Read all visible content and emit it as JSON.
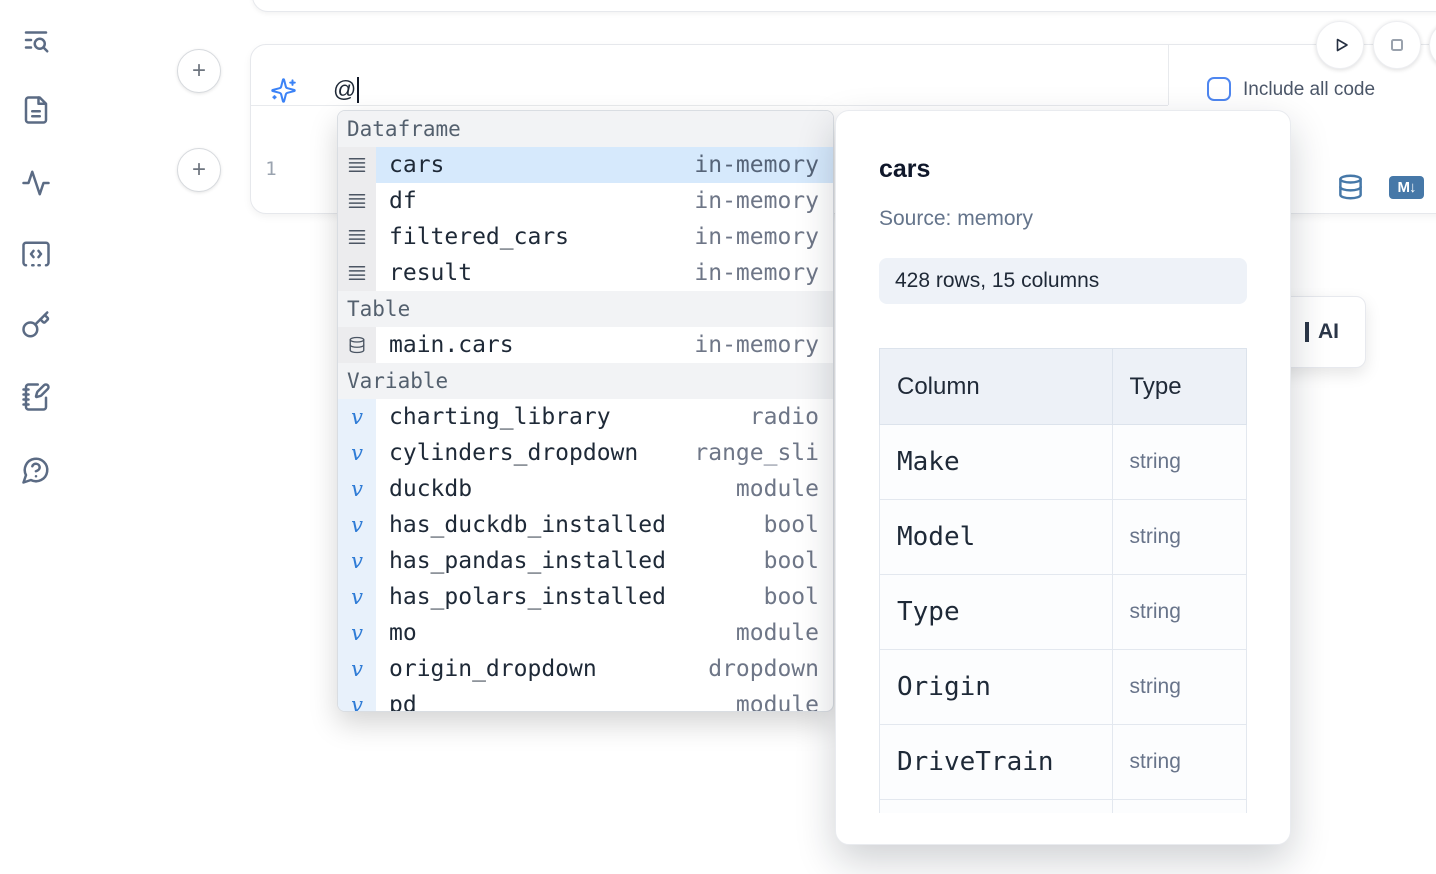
{
  "colors": {
    "accent_blue": "#3b82f6",
    "steel_blue": "#4678a8",
    "selection_bg": "#d6e9fc",
    "sidebar_icon": "#5b6b84",
    "checkbox_border": "#4e86f0"
  },
  "sidebar": {
    "items": [
      {
        "icon": "list-search-icon"
      },
      {
        "icon": "file-text-icon"
      },
      {
        "icon": "activity-icon"
      },
      {
        "icon": "snippets-code-icon"
      },
      {
        "icon": "key-icon"
      },
      {
        "icon": "notebook-pen-icon"
      },
      {
        "icon": "help-bubble-icon"
      }
    ]
  },
  "cell": {
    "add_button_label": "+",
    "prompt": {
      "value": "@"
    },
    "line_number": "1",
    "include_all_code": {
      "label": "Include all code",
      "checked": false
    },
    "md_badge": "M↓"
  },
  "autocomplete": {
    "sections": [
      {
        "label": "Dataframe",
        "items": [
          {
            "name": "cars",
            "type": "in-memory",
            "selected": true
          },
          {
            "name": "df",
            "type": "in-memory",
            "selected": false
          },
          {
            "name": "filtered_cars",
            "type": "in-memory",
            "selected": false
          },
          {
            "name": "result",
            "type": "in-memory",
            "selected": false
          }
        ]
      },
      {
        "label": "Table",
        "items": [
          {
            "name": "main.cars",
            "type": "in-memory",
            "selected": false
          }
        ]
      },
      {
        "label": "Variable",
        "items": [
          {
            "name": "charting_library",
            "type": "radio"
          },
          {
            "name": "cylinders_dropdown",
            "type": "range_sli"
          },
          {
            "name": "duckdb",
            "type": "module"
          },
          {
            "name": "has_duckdb_installed",
            "type": "bool"
          },
          {
            "name": "has_pandas_installed",
            "type": "bool"
          },
          {
            "name": "has_polars_installed",
            "type": "bool"
          },
          {
            "name": "mo",
            "type": "module"
          },
          {
            "name": "origin_dropdown",
            "type": "dropdown"
          },
          {
            "name": "pd",
            "type": "module"
          }
        ]
      }
    ]
  },
  "preview": {
    "title": "cars",
    "source": "Source: memory",
    "shape": "428 rows, 15 columns",
    "table": {
      "headers": [
        "Column",
        "Type"
      ],
      "rows": [
        [
          "Make",
          "string"
        ],
        [
          "Model",
          "string"
        ],
        [
          "Type",
          "string"
        ],
        [
          "Origin",
          "string"
        ],
        [
          "DriveTrain",
          "string"
        ],
        [
          "",
          ""
        ]
      ]
    }
  },
  "ai_card": {
    "label": "AI"
  }
}
